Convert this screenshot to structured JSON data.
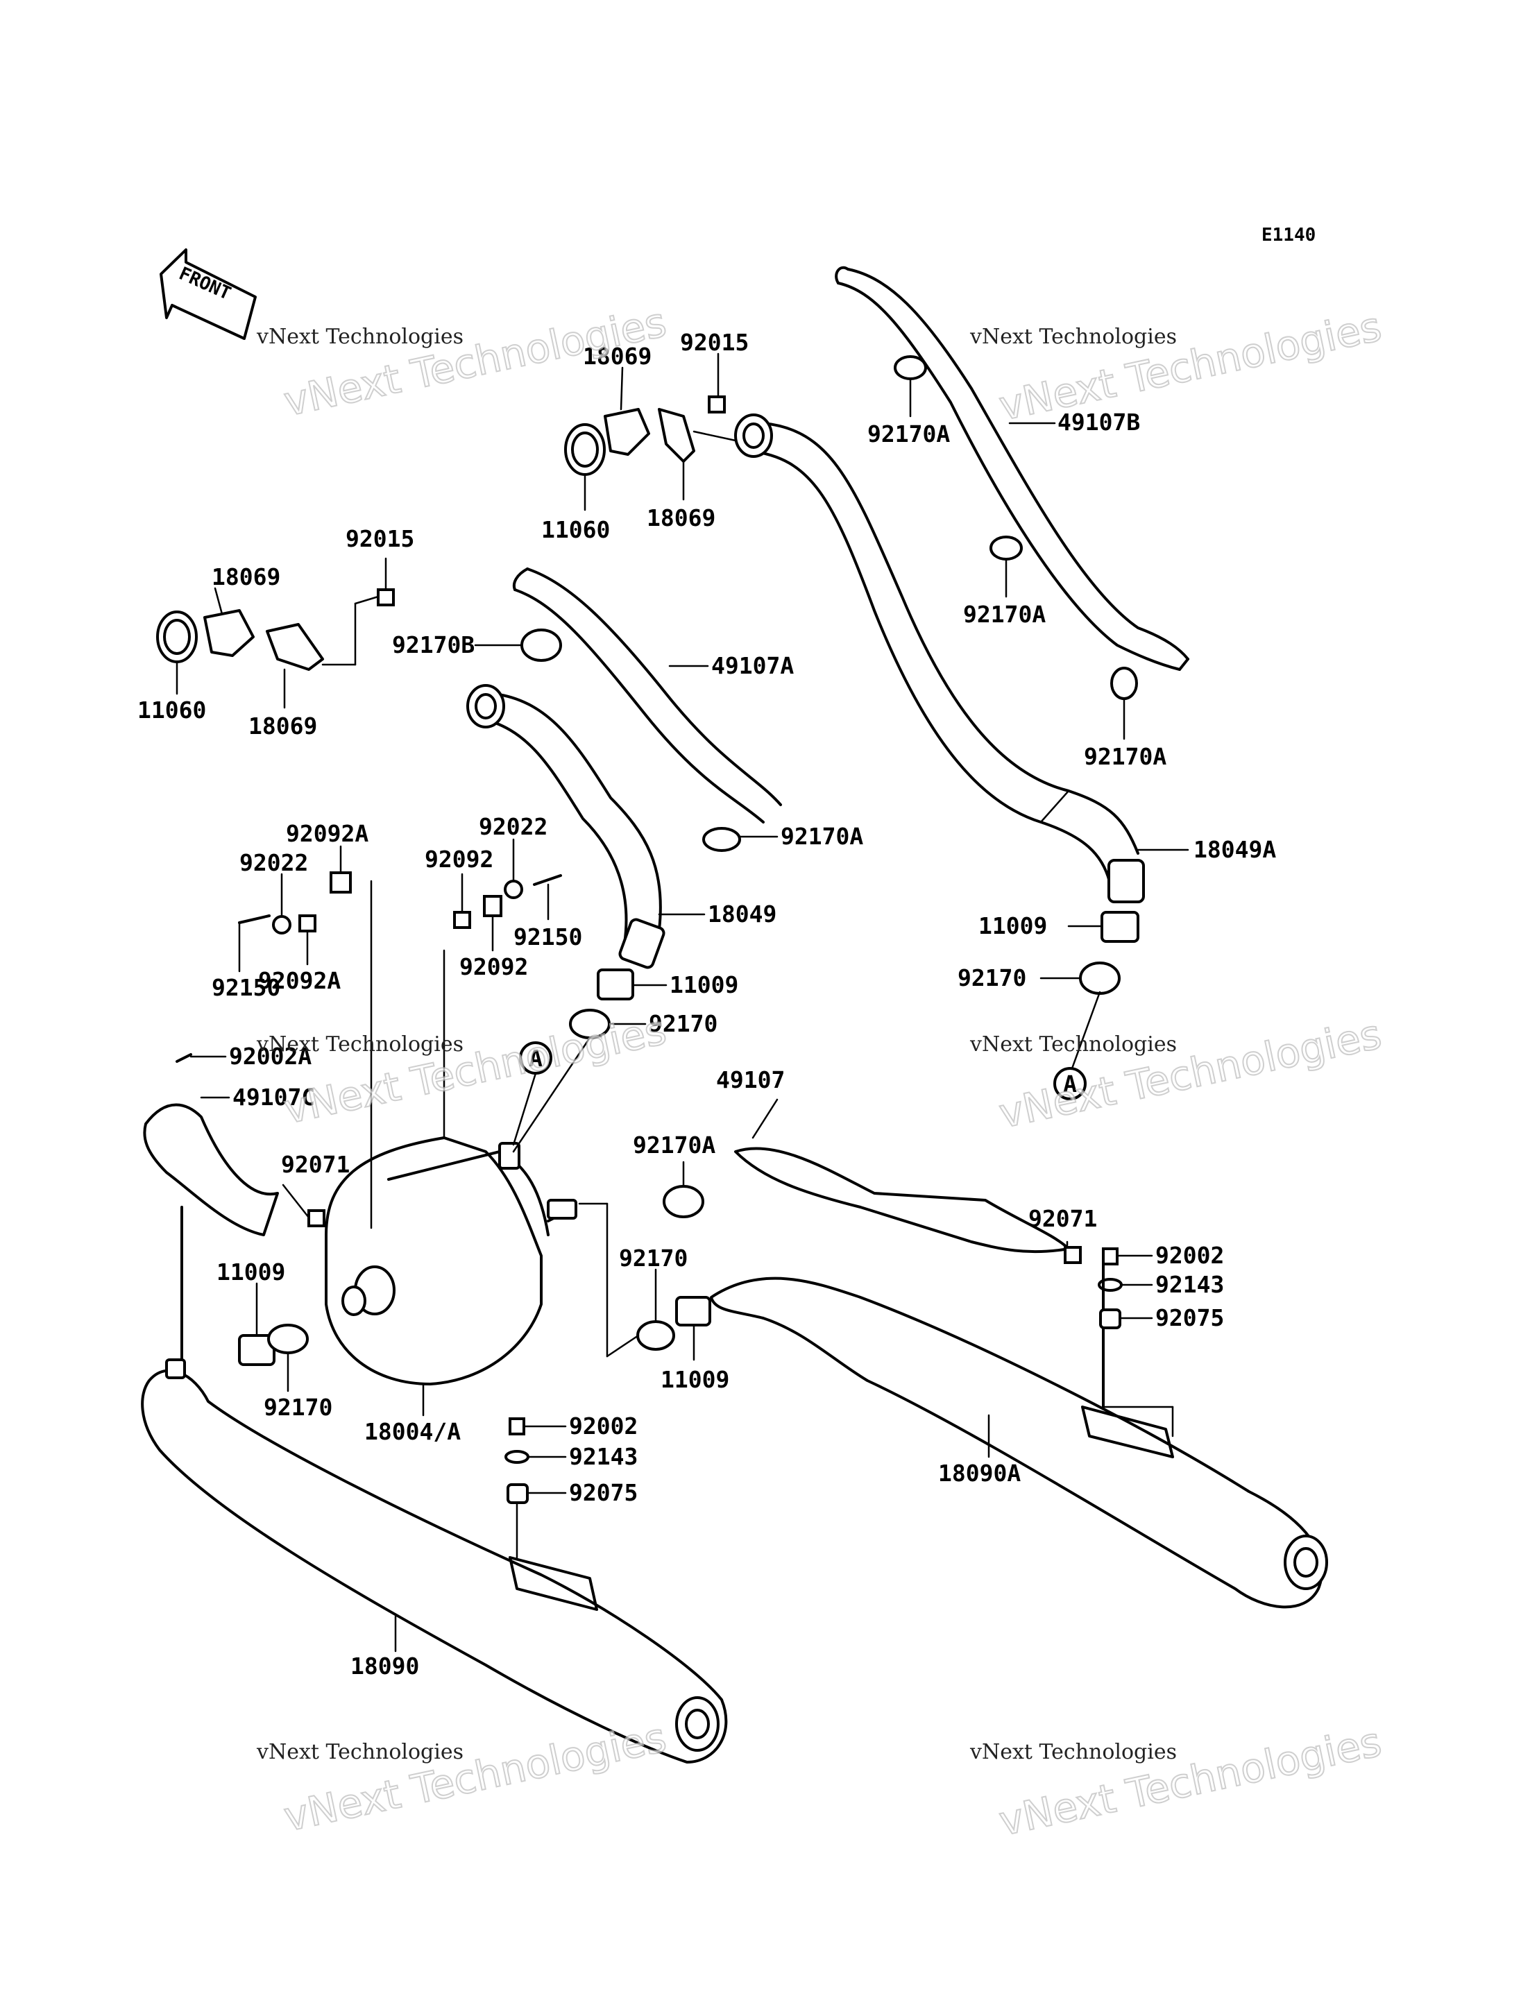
{
  "diagram_code": "E1140",
  "front_label": "FRONT",
  "watermark": {
    "line1": "vNext Technologies",
    "line2": "vNext\nTechnologies"
  },
  "callouts": [
    {
      "id": "18069a",
      "text": "18069"
    },
    {
      "id": "92015a",
      "text": "92015"
    },
    {
      "id": "11060a",
      "text": "11060"
    },
    {
      "id": "18069b",
      "text": "18069"
    },
    {
      "id": "92170A_a",
      "text": "92170A"
    },
    {
      "id": "49107B",
      "text": "49107B"
    },
    {
      "id": "92170A_b",
      "text": "92170A"
    },
    {
      "id": "92170A_c",
      "text": "92170A"
    },
    {
      "id": "18049A",
      "text": "18049A"
    },
    {
      "id": "11009a",
      "text": "11009"
    },
    {
      "id": "92170a",
      "text": "92170"
    },
    {
      "id": "A_right",
      "text": "A"
    },
    {
      "id": "92015b",
      "text": "92015"
    },
    {
      "id": "18069c",
      "text": "18069"
    },
    {
      "id": "11060b",
      "text": "11060"
    },
    {
      "id": "18069d",
      "text": "18069"
    },
    {
      "id": "92170B",
      "text": "92170B"
    },
    {
      "id": "49107A",
      "text": "49107A"
    },
    {
      "id": "92170A_d",
      "text": "92170A"
    },
    {
      "id": "18049",
      "text": "18049"
    },
    {
      "id": "92092A_a",
      "text": "92092A"
    },
    {
      "id": "92022a",
      "text": "92022"
    },
    {
      "id": "92092A_b",
      "text": "92092A"
    },
    {
      "id": "92150a",
      "text": "92150"
    },
    {
      "id": "92022b",
      "text": "92022"
    },
    {
      "id": "92092a",
      "text": "92092"
    },
    {
      "id": "92092b",
      "text": "92092"
    },
    {
      "id": "92150b",
      "text": "92150"
    },
    {
      "id": "11009b",
      "text": "11009"
    },
    {
      "id": "92170b",
      "text": "92170"
    },
    {
      "id": "A_left",
      "text": "A"
    },
    {
      "id": "92002A",
      "text": "92002A"
    },
    {
      "id": "49107C",
      "text": "49107C"
    },
    {
      "id": "92071a",
      "text": "92071"
    },
    {
      "id": "11009c",
      "text": "11009"
    },
    {
      "id": "92170c",
      "text": "92170"
    },
    {
      "id": "18004A",
      "text": "18004/A"
    },
    {
      "id": "49107",
      "text": "49107"
    },
    {
      "id": "92170A_e",
      "text": "92170A"
    },
    {
      "id": "92170d",
      "text": "92170"
    },
    {
      "id": "11009d",
      "text": "11009"
    },
    {
      "id": "92071b",
      "text": "92071"
    },
    {
      "id": "92002a",
      "text": "92002"
    },
    {
      "id": "92143a",
      "text": "92143"
    },
    {
      "id": "92075a",
      "text": "92075"
    },
    {
      "id": "18090A",
      "text": "18090A"
    },
    {
      "id": "92002b",
      "text": "92002"
    },
    {
      "id": "92143b",
      "text": "92143"
    },
    {
      "id": "92075b",
      "text": "92075"
    },
    {
      "id": "18090",
      "text": "18090"
    }
  ]
}
